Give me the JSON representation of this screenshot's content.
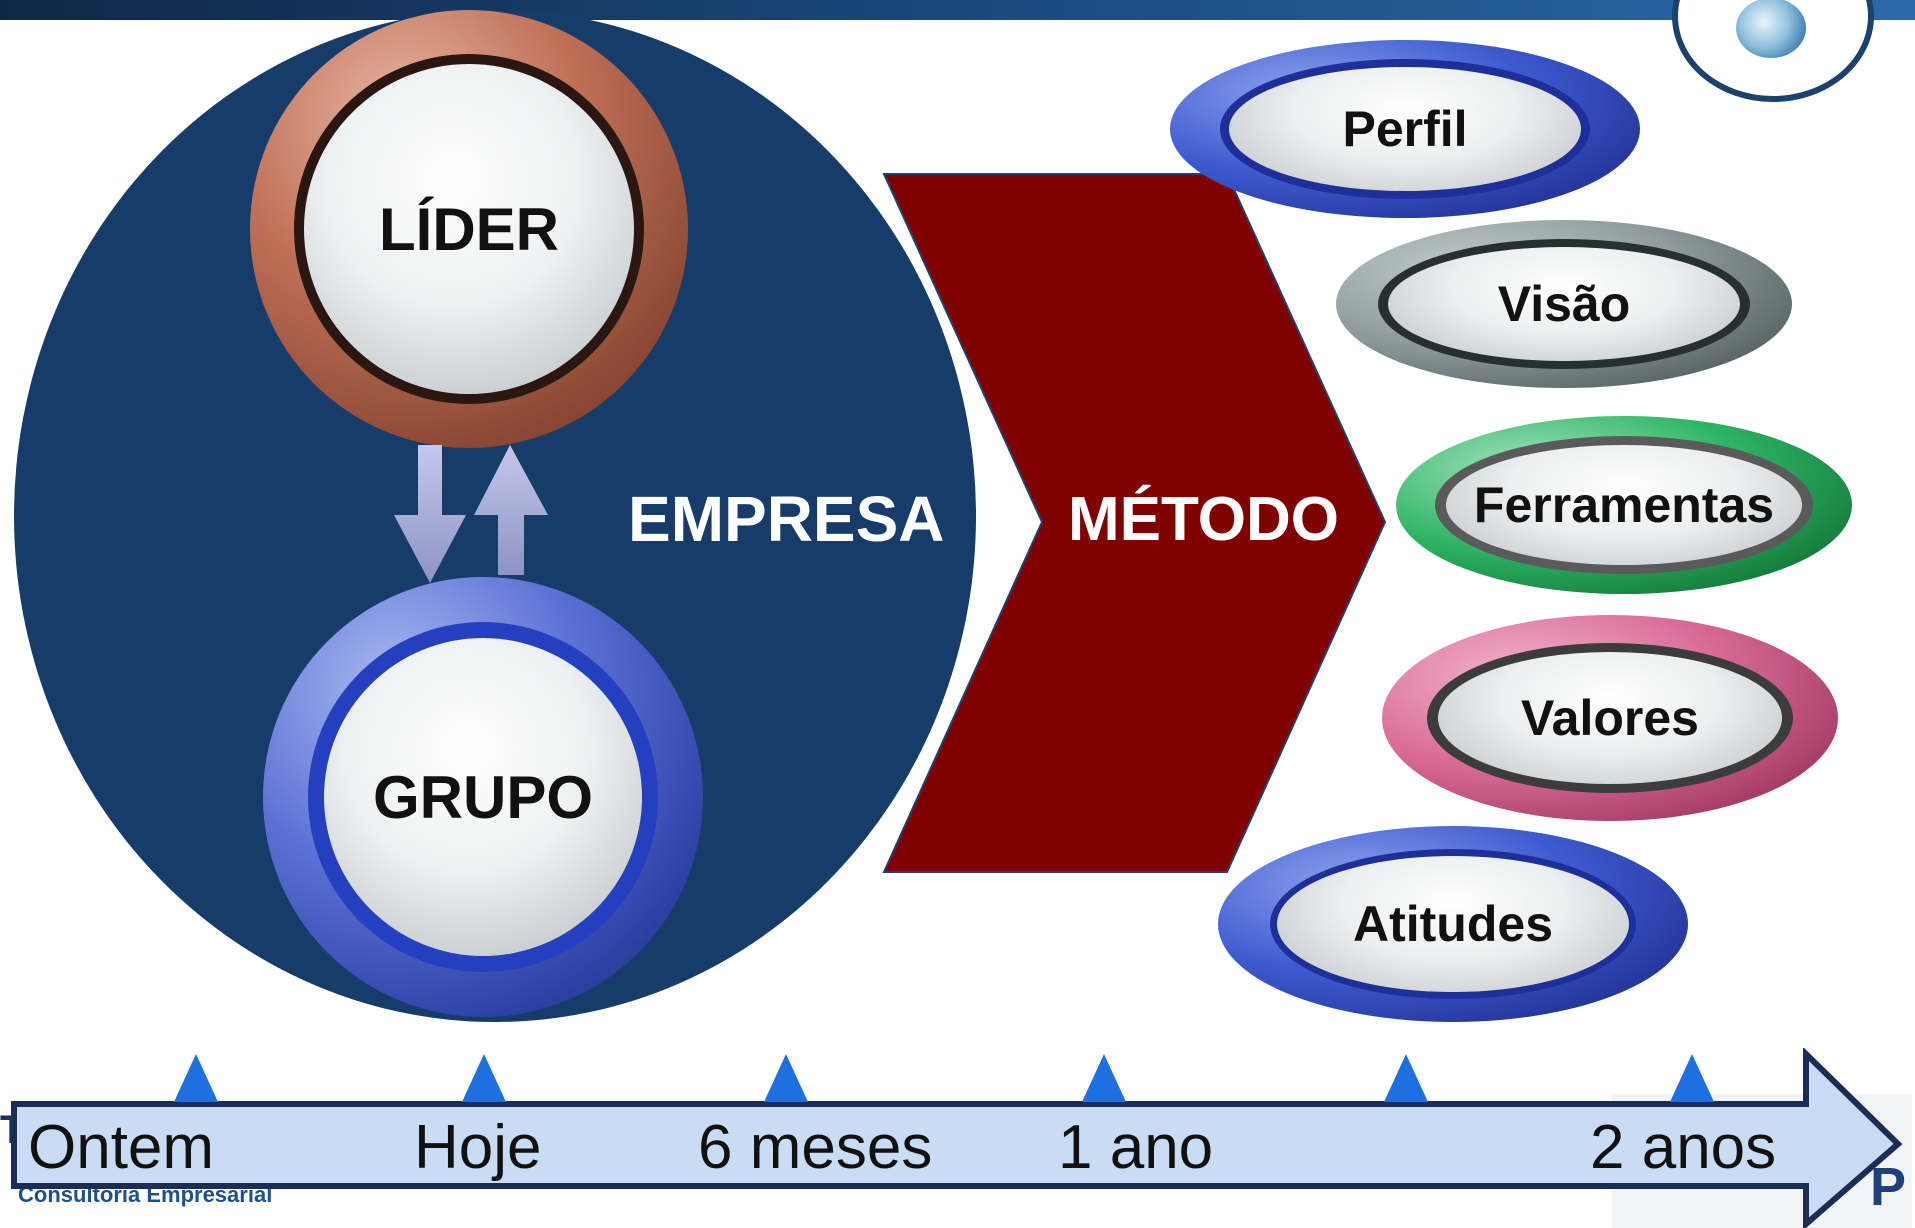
{
  "diagram": {
    "center": {
      "label": "EMPRESA",
      "nodes": [
        {
          "id": "lider",
          "label": "LÍDER"
        },
        {
          "id": "grupo",
          "label": "GRUPO"
        }
      ]
    },
    "method": {
      "label": "MÉTODO"
    },
    "outcomes": [
      {
        "id": "perfil",
        "label": "Perfil"
      },
      {
        "id": "visao",
        "label": "Visão"
      },
      {
        "id": "ferramentas",
        "label": "Ferramentas"
      },
      {
        "id": "valores",
        "label": "Valores"
      },
      {
        "id": "atitudes",
        "label": "Atitudes"
      }
    ]
  },
  "timeline": {
    "labels": [
      "Ontem",
      "Hoje",
      "6 meses",
      "1 ano",
      "",
      "2 anos"
    ]
  },
  "footer": {
    "company_tagline": "Consultoria Empresarial",
    "initial": "T",
    "brand_fragment": "P"
  },
  "colors": {
    "empresa_circle": "#173c69",
    "metodo_chevron": "#800000",
    "timeline_arrow_fill": "#c9dcf3",
    "timeline_markers": "#1e6fe0",
    "top_banner": "#1b416e"
  }
}
